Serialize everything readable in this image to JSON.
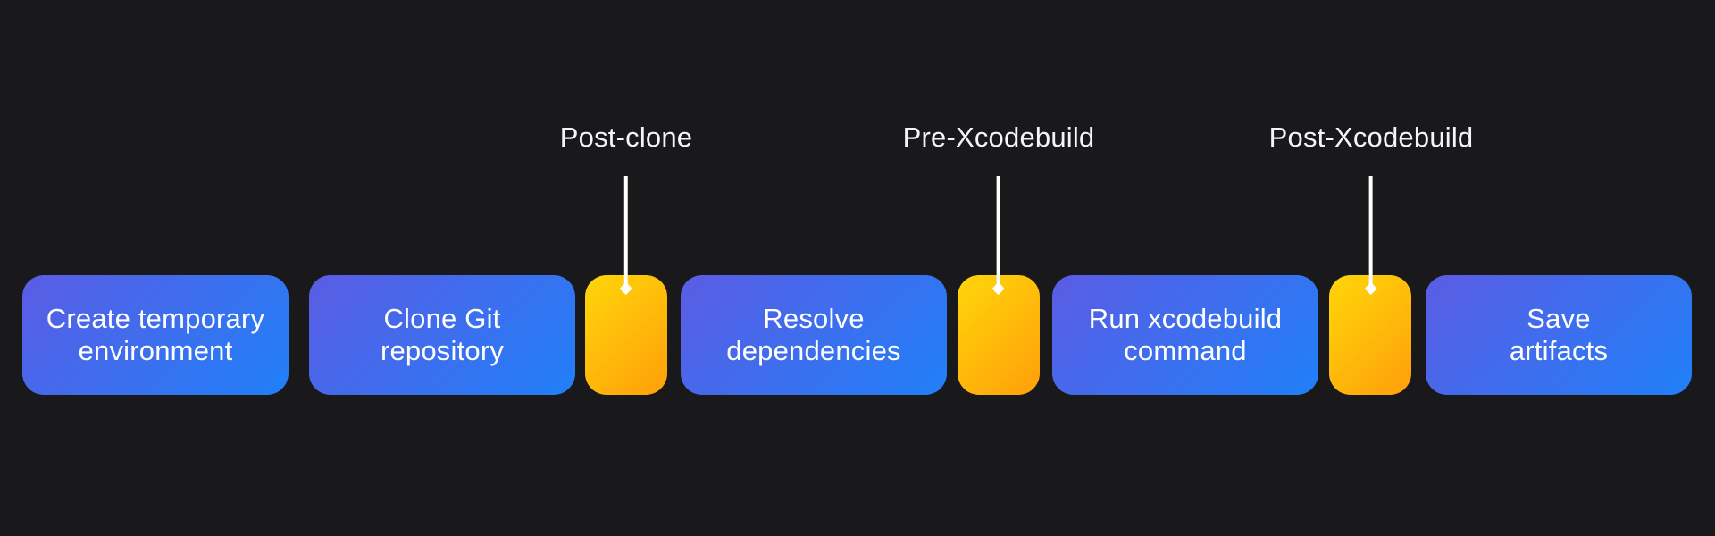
{
  "colors": {
    "background": "#19191b",
    "stage_gradient_start": "#5b5ce4",
    "stage_gradient_end": "#2080f8",
    "script_gradient_start": "#ffd60a",
    "script_gradient_end": "#ff9f0a",
    "annotation_marker": "#ffffff",
    "text": "#ffffff"
  },
  "pipeline": {
    "steps": [
      {
        "type": "stage",
        "label": "Create temporary\nenvironment"
      },
      {
        "type": "stage",
        "label": "Clone Git\nrepository"
      },
      {
        "type": "script",
        "annotation": "Post-clone"
      },
      {
        "type": "stage",
        "label": "Resolve\ndependencies"
      },
      {
        "type": "script",
        "annotation": "Pre-Xcodebuild"
      },
      {
        "type": "stage",
        "label": "Run xcodebuild\ncommand"
      },
      {
        "type": "script",
        "annotation": "Post-Xcodebuild"
      },
      {
        "type": "stage",
        "label": "Save\nartifacts"
      }
    ]
  },
  "annotations": [
    {
      "label": "Post-clone"
    },
    {
      "label": "Pre-Xcodebuild"
    },
    {
      "label": "Post-Xcodebuild"
    }
  ]
}
